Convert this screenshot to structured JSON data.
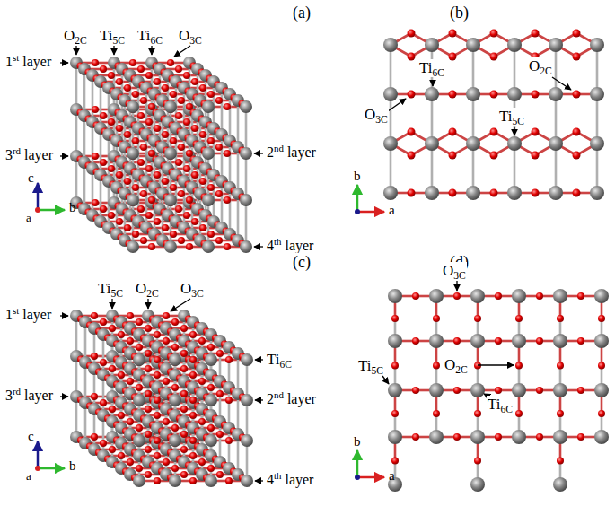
{
  "diagram": {
    "labels": [
      "(a)",
      "(b)",
      "O2C",
      "Ti5C",
      "Ti6C",
      "O3C",
      "1st layer",
      "3rd layer",
      "2nd layer",
      "4th layer",
      "c",
      "b",
      "a",
      "O3C",
      "Ti6C",
      "O2C",
      "Ti5C",
      "b",
      "a",
      "(c)",
      "(d)",
      "Ti5C",
      "O2C",
      "O3C",
      "1st layer",
      "Ti6C",
      "2nd layer",
      "3rd layer",
      "4th layer",
      "c",
      "b",
      "a",
      "O3C",
      "Ti5C",
      "O2C",
      "Ti6C",
      "b",
      "a"
    ]
  }
}
